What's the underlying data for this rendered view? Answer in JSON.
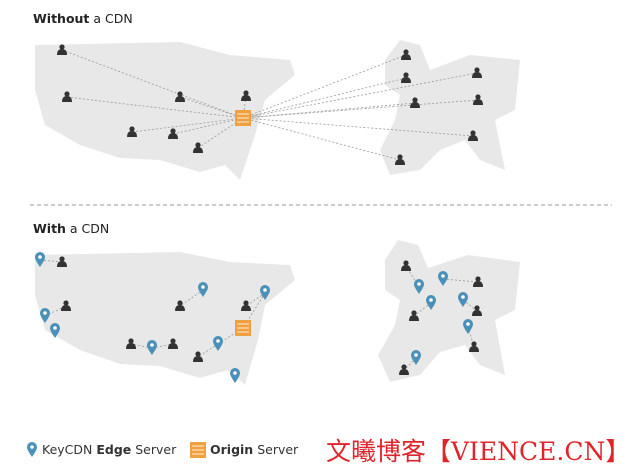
{
  "sections": {
    "without": {
      "bold": "Without",
      "rest": " a CDN"
    },
    "with": {
      "bold": "With",
      "rest": " a CDN"
    }
  },
  "legend": {
    "edge": {
      "prefix": "KeyCDN ",
      "bold": "Edge",
      "suffix": " Server",
      "icon": "map-pin-icon"
    },
    "origin": {
      "bold": "Origin",
      "suffix": " Server",
      "icon": "server-icon"
    }
  },
  "watermark": "文曦博客【VIENCE.CN】",
  "colors": {
    "map": "#e8e8e8",
    "user": "#333333",
    "origin": "#f0a040",
    "pin": "#4a90b8",
    "line": "#999999"
  }
}
